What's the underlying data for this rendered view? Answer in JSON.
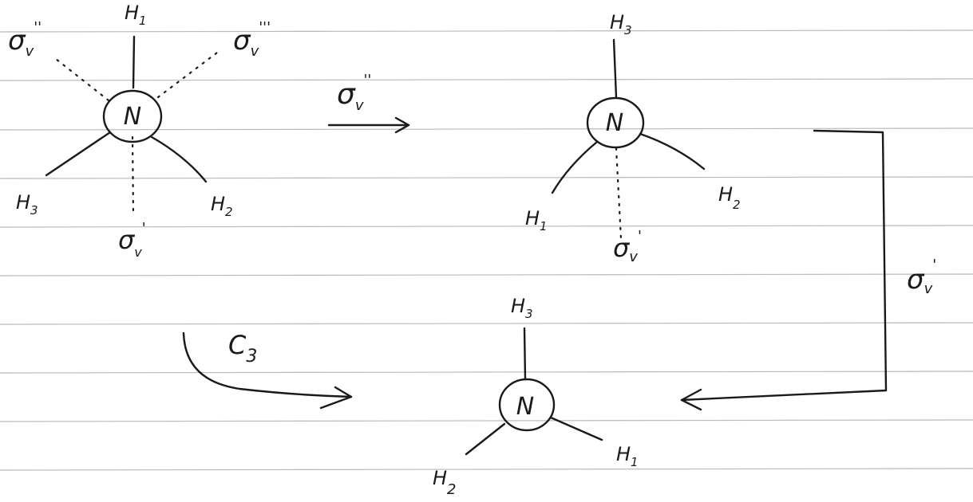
{
  "molecule_1": {
    "center": "N",
    "atom_a": "H",
    "atom_a_sub": "1",
    "atom_b": "H",
    "atom_b_sub": "3",
    "atom_c": "H",
    "atom_c_sub": "2"
  },
  "molecule_1_planes": {
    "plane_a": "σ",
    "plane_a_sub": "v",
    "plane_a_sup": "''",
    "plane_b": "σ",
    "plane_b_sub": "v",
    "plane_b_sup": "'''",
    "plane_c": "σ",
    "plane_c_sub": "v",
    "plane_c_sup": "'"
  },
  "arrow_1": {
    "symbol": "σ",
    "sub": "v",
    "sup": "''"
  },
  "molecule_2": {
    "center": "N",
    "atom_a": "H",
    "atom_a_sub": "3",
    "atom_b": "H",
    "atom_b_sub": "1",
    "atom_c": "H",
    "atom_c_sub": "2",
    "plane": "σ",
    "plane_sub": "v",
    "plane_sup": "'"
  },
  "arrow_2": {
    "symbol": "σ",
    "sub": "v",
    "sup": "'"
  },
  "arrow_3": {
    "symbol": "C",
    "sub": "3"
  },
  "molecule_3": {
    "center": "N",
    "atom_a": "H",
    "atom_a_sub": "3",
    "atom_b": "H",
    "atom_b_sub": "2",
    "atom_c": "H",
    "atom_c_sub": "1"
  },
  "colors": {
    "ink": "#1a1a1a",
    "ruled_line": "#b9b9b9",
    "paper": "#ffffff"
  }
}
